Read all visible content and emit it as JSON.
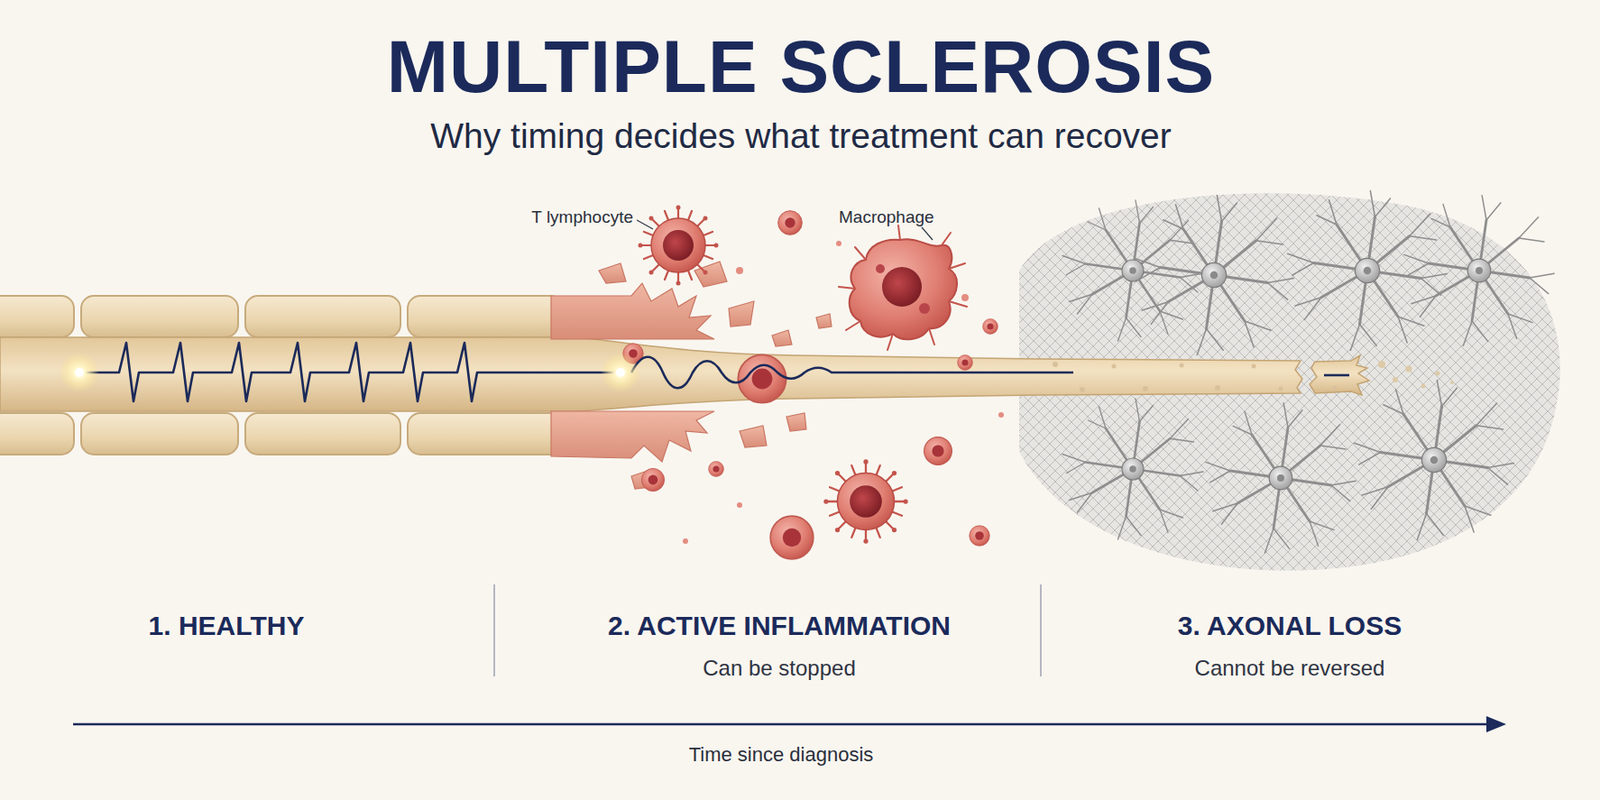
{
  "diagram": {
    "title": "MULTIPLE SCLEROSIS",
    "labels": [
      "Why timing decides what treatment can recover",
      "T lymphocyte",
      "Macrophage",
      "1. HEALTHY",
      "2. ACTIVE INFLAMMATION",
      "Can be stopped",
      "3. AXONAL LOSS",
      "Cannot be reversed",
      "Time since diagnosis"
    ]
  }
}
